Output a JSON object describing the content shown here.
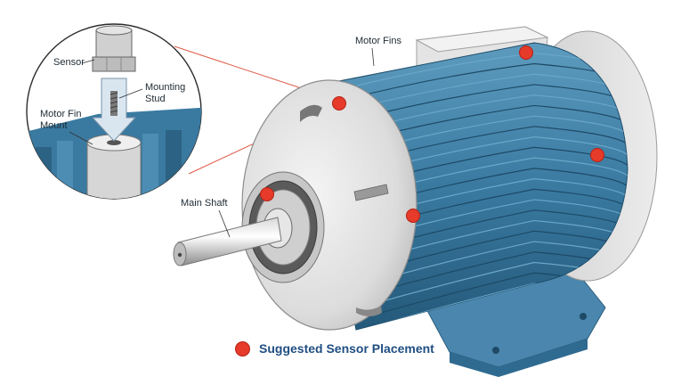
{
  "labels": {
    "sensor": "Sensor",
    "mounting_stud": "Mounting\nStud",
    "motor_fin_mount": "Motor Fin\nMount",
    "main_shaft": "Main Shaft",
    "motor_fins": "Motor Fins"
  },
  "legend": {
    "label": "Suggested Sensor Placement"
  },
  "colors": {
    "sensor_marker": "#e63a2a",
    "fin_blue": "#3b7ea6",
    "legend_text": "#1f4e82",
    "callout_line": "#e05a48"
  },
  "sensor_placements": [
    {
      "name": "front-top-fin"
    },
    {
      "name": "rear-top-fin"
    },
    {
      "name": "right-side-fin"
    },
    {
      "name": "front-lower-fin"
    },
    {
      "name": "end-cap-hub"
    }
  ]
}
